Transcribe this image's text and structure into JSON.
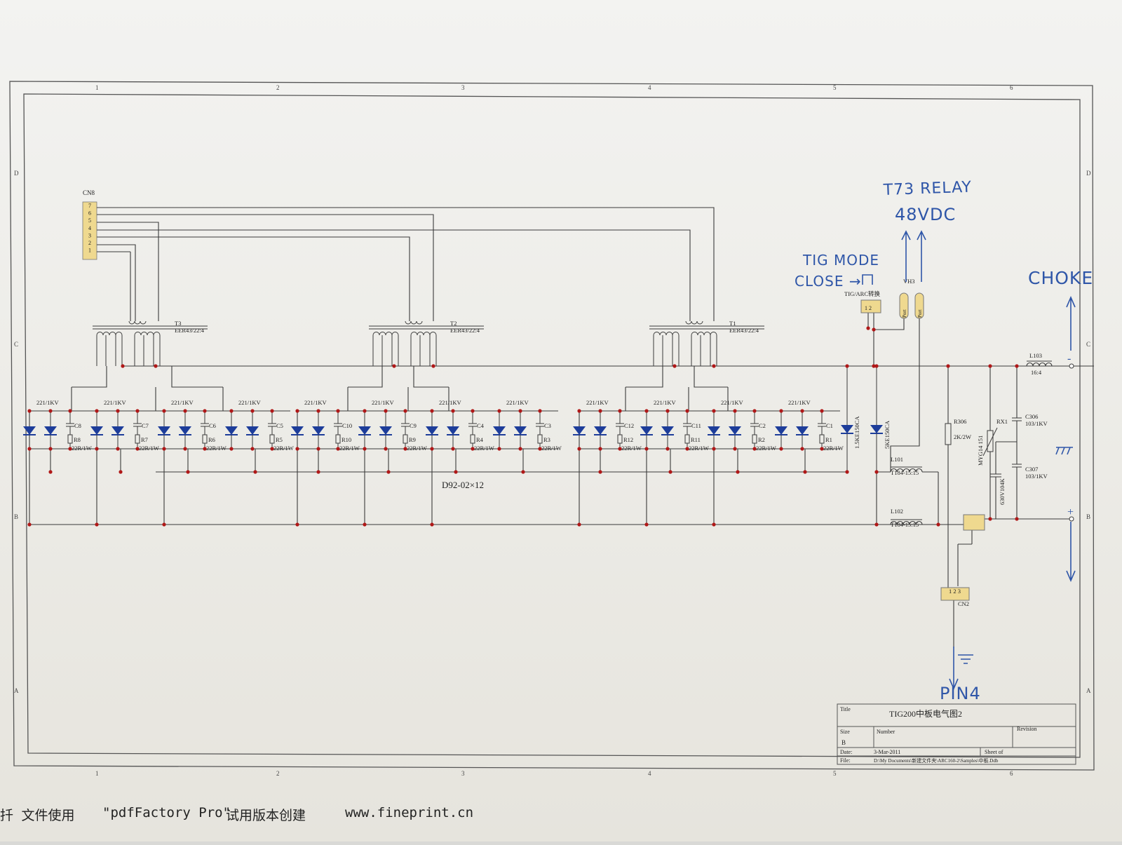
{
  "border": {
    "cols": [
      "1",
      "2",
      "3",
      "4",
      "5",
      "6"
    ],
    "rows": [
      "D",
      "C",
      "B",
      "A"
    ]
  },
  "components": {
    "connector_cn8": {
      "ref": "CN8",
      "pins": [
        "7",
        "6",
        "5",
        "4",
        "3",
        "2",
        "1"
      ]
    },
    "transformers": [
      {
        "ref": "T3",
        "part": "EER43/22:4"
      },
      {
        "ref": "T2",
        "part": "EER43/22:4"
      },
      {
        "ref": "T1",
        "part": "EER43/22:4"
      }
    ],
    "cap_value": "221/1KV",
    "res_value": "22R/1W",
    "caps": [
      "C8",
      "C7",
      "C6",
      "C5",
      "C10",
      "C9",
      "C4",
      "C3",
      "C12",
      "C11",
      "C2",
      "C1"
    ],
    "resistors": [
      "R8",
      "R7",
      "R6",
      "R5",
      "R10",
      "R9",
      "R4",
      "R3",
      "R12",
      "R11",
      "R2",
      "R1"
    ],
    "diode_group_label": "D92-02×12",
    "tvs1": "1.5KE150CA",
    "tvs2": "5KE150CA",
    "switch_label": "TIG/ARC转换",
    "switch_pins": "1  2",
    "relay_label": "VH3",
    "port_label": "Port",
    "l103": {
      "ref": "L103",
      "value": "16:4"
    },
    "l101": {
      "ref": "L101",
      "value": "T184-15:15"
    },
    "l102": {
      "ref": "L102",
      "value": "T184-15:15"
    },
    "r306": {
      "ref": "R306",
      "value": "2K/2W"
    },
    "rx1": {
      "ref": "RX1",
      "value": "MYG14 151"
    },
    "c306": {
      "ref": "C306",
      "value": "103/1KV"
    },
    "c307": {
      "ref": "C307",
      "value": "103/1KV"
    },
    "c_630": "630V104K",
    "cn2": {
      "ref": "CN2",
      "pins": "1 2 3"
    }
  },
  "handwritten": {
    "relay": "T73 RELAY",
    "voltage": "48VDC",
    "tig_mode": "TIG MODE",
    "close": "CLOSE →",
    "choke": "CHOKE",
    "pin4": "PIN4"
  },
  "title_block": {
    "title_label": "Title",
    "title": "TIG200中板电气图2",
    "size_label": "Size",
    "size": "B",
    "number_label": "Number",
    "revision_label": "Revision",
    "date_label": "Date:",
    "date": "3-Mar-2011",
    "sheet_label": "Sheet of",
    "file_label": "File:",
    "file": "D:\\My Documents\\新建文件夹\\ARC160-2\\Samples\\中板.Ddb"
  },
  "footer": {
    "prefix": "扦 文件使用",
    "product": "\"pdfFactory Pro\"",
    "suffix": "试用版本创建",
    "url": "www.fineprint.cn"
  },
  "colors": {
    "wire": "#3a3a3a",
    "junction": "#b01818",
    "diode": "#1d3d9a",
    "component_fill": "#efd98f",
    "ink": "#2f56a8"
  }
}
